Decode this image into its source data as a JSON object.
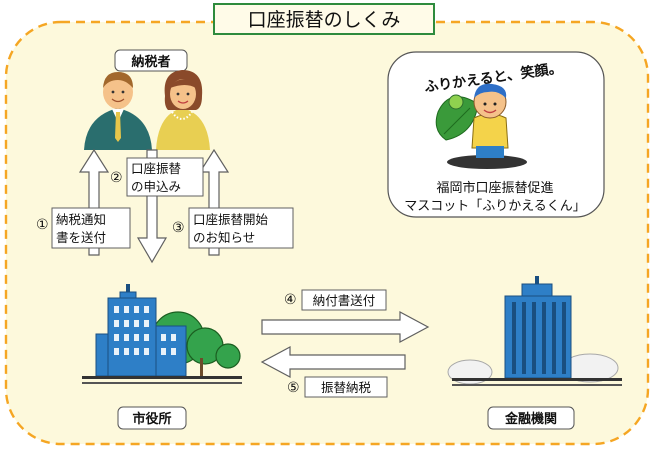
{
  "title": "口座振替のしくみ",
  "actors": {
    "taxpayer": "納税者",
    "city_hall": "市役所",
    "bank": "金融機関"
  },
  "steps": [
    {
      "num": "①",
      "lines": [
        "納税通知",
        "書を送付"
      ]
    },
    {
      "num": "②",
      "lines": [
        "口座振替",
        "の申込み"
      ]
    },
    {
      "num": "③",
      "lines": [
        "口座振替開始",
        "のお知らせ"
      ]
    },
    {
      "num": "④",
      "lines": [
        "納付書送付"
      ]
    },
    {
      "num": "⑤",
      "lines": [
        "振替納税"
      ]
    }
  ],
  "mascot": {
    "slogan": "ふりかえると、笑顔。",
    "caption_line1": "福岡市口座振替促進",
    "caption_line2": "マスコット「ふりかえるくん」"
  },
  "colors": {
    "background": "#fdf9dc",
    "dashed_border": "#f5a623",
    "building_blue": "#2e7fc7",
    "tree_green": "#34a34c",
    "arrow_stroke": "#606060"
  }
}
